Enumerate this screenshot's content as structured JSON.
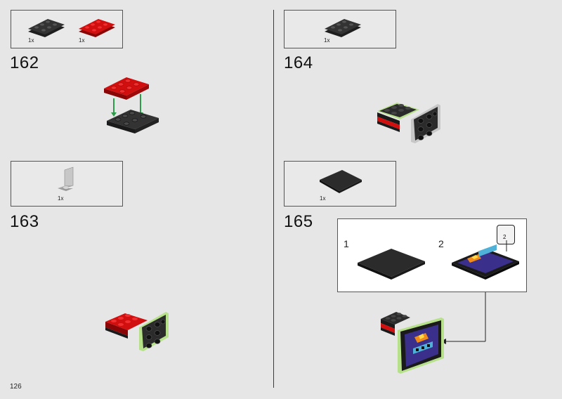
{
  "page_number": "126",
  "steps": [
    {
      "number": "162",
      "parts": [
        {
          "qty": "1x",
          "part": "black-plate-2x4-icon"
        },
        {
          "qty": "1x",
          "part": "red-plate-2x4-icon"
        }
      ]
    },
    {
      "number": "163",
      "parts": [
        {
          "qty": "1x",
          "part": "light-gray-bracket-icon"
        }
      ]
    },
    {
      "number": "164",
      "parts": [
        {
          "qty": "1x",
          "part": "black-plate-2x4-icon"
        }
      ]
    },
    {
      "number": "165",
      "parts": [
        {
          "qty": "1x",
          "part": "black-tile-4x4-icon"
        }
      ],
      "callout": {
        "substeps": [
          "1",
          "2"
        ],
        "sticker_label": "2"
      }
    }
  ],
  "colors": {
    "background": "#e6e6e6",
    "black_brick": "#2b2b2b",
    "red_brick": "#d10f0f",
    "gray_brick": "#a9a9a9",
    "arrow_green": "#2e9b4a",
    "highlight_green": "#b6e08a"
  }
}
